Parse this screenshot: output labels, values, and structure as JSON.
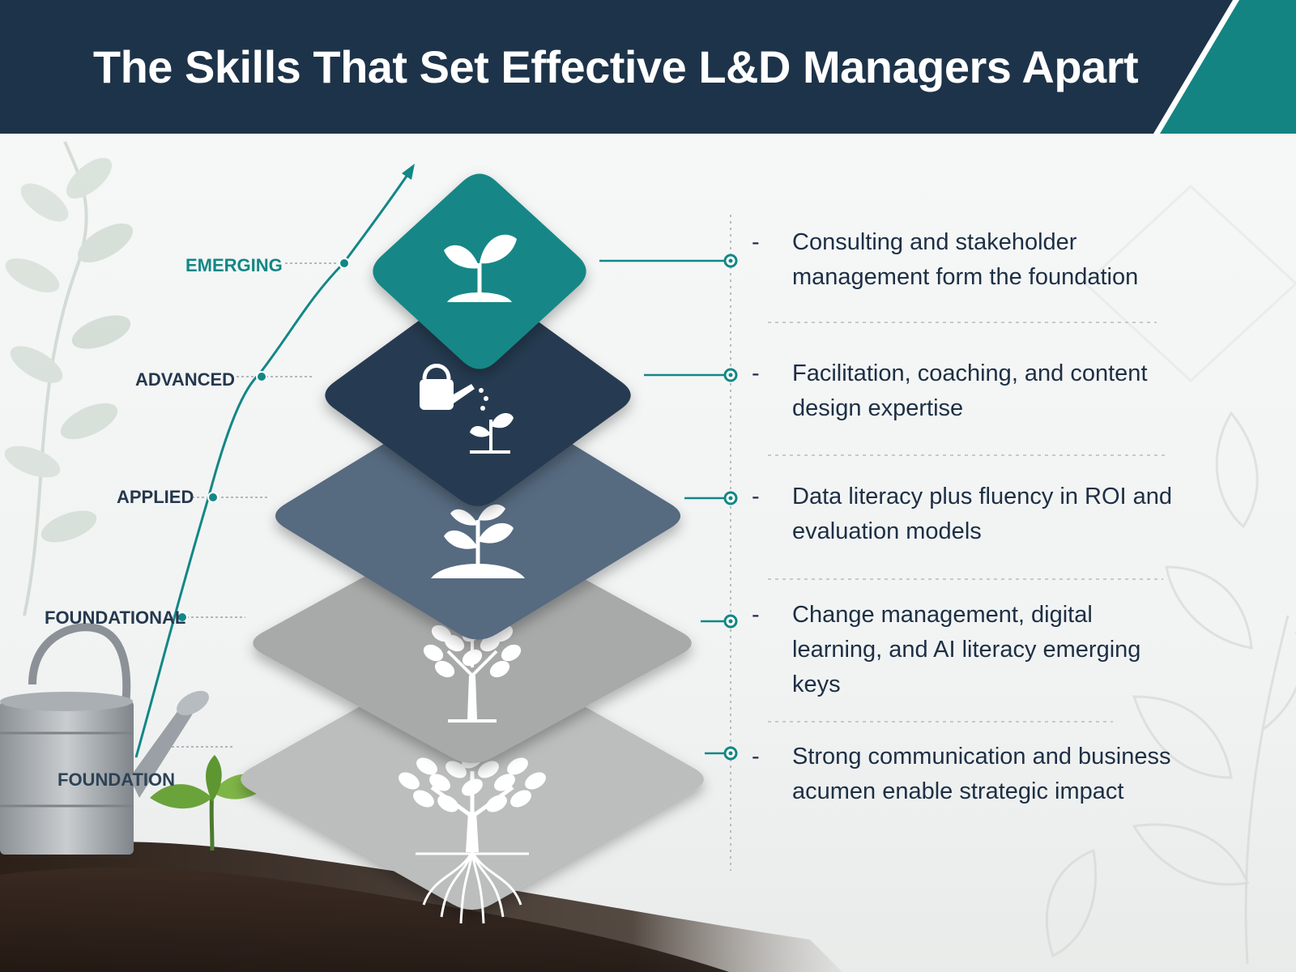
{
  "title": "The Skills That Set Effective L&D Managers Apart",
  "colors": {
    "header_bg": "#1d3349",
    "accent_teal": "#128786",
    "tier_emerging": "#128786",
    "tier_advanced": "#273b51",
    "tier_applied": "#566b80",
    "tier_foundational": "#a8a9a9",
    "tier_foundation": "#bcbdbd"
  },
  "levels": [
    {
      "label": "EMERGING",
      "icon": "sprout-icon"
    },
    {
      "label": "ADVANCED",
      "icon": "watering-can-sprout-icon"
    },
    {
      "label": "APPLIED",
      "icon": "young-plant-icon"
    },
    {
      "label": "FOUNDATIONAL",
      "icon": "tree-icon"
    },
    {
      "label": "FOUNDATION",
      "icon": "tree-with-roots-icon"
    }
  ],
  "bullets": [
    {
      "dash": "-",
      "text": "Consulting and stakeholder management form the foundation"
    },
    {
      "dash": "-",
      "text": "Facilitation, coaching, and content design expertise"
    },
    {
      "dash": "-",
      "text": "Data literacy plus fluency in ROI and evaluation models"
    },
    {
      "dash": "-",
      "text": "Change management, digital learning, and AI literacy emerging keys"
    },
    {
      "dash": "-",
      "text": "Strong communication and business acumen enable strategic impact"
    }
  ]
}
